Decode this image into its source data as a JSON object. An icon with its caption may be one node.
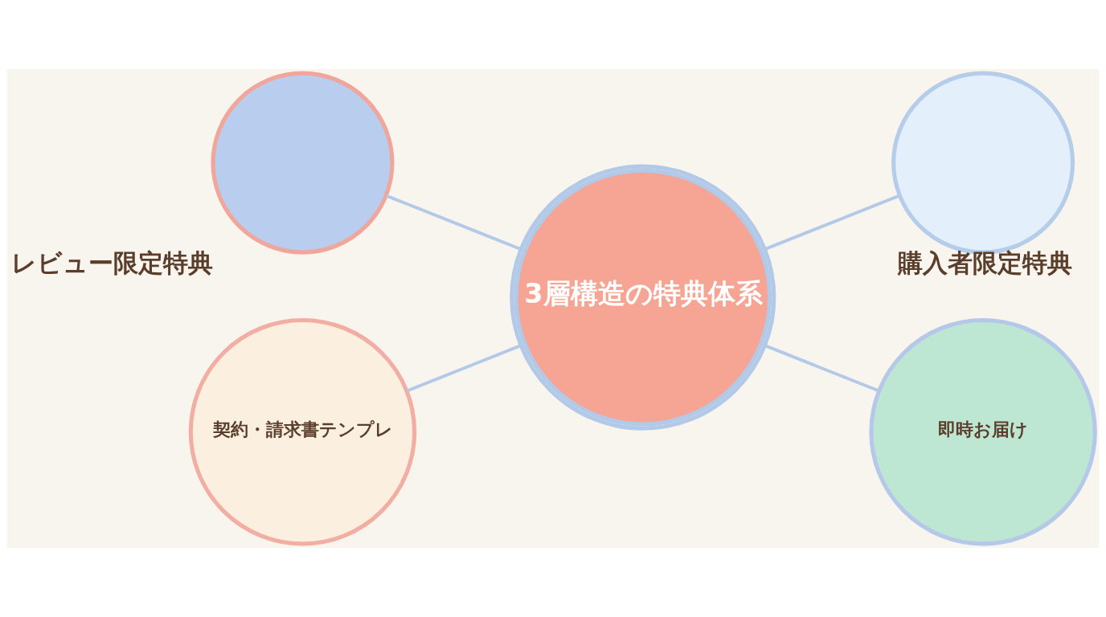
{
  "diagram": {
    "nodes": [
      {
        "text": [
          "レビュー限定特典"
        ]
      },
      {
        "text": [
          "購入者限定特典"
        ]
      },
      {
        "text": [
          "3層構造の特典体系"
        ]
      },
      {
        "text": [
          "契約・請求書テンプレ"
        ]
      },
      {
        "text": [
          "即時お届け"
        ]
      }
    ],
    "edges": [
      {
        "from": 0,
        "to": 2,
        "arrow": "none"
      },
      {
        "from": 2,
        "to": 1,
        "arrow": "none"
      },
      {
        "from": 3,
        "to": 2,
        "arrow": "none"
      },
      {
        "from": 2,
        "to": 4,
        "arrow": "none"
      }
    ]
  }
}
